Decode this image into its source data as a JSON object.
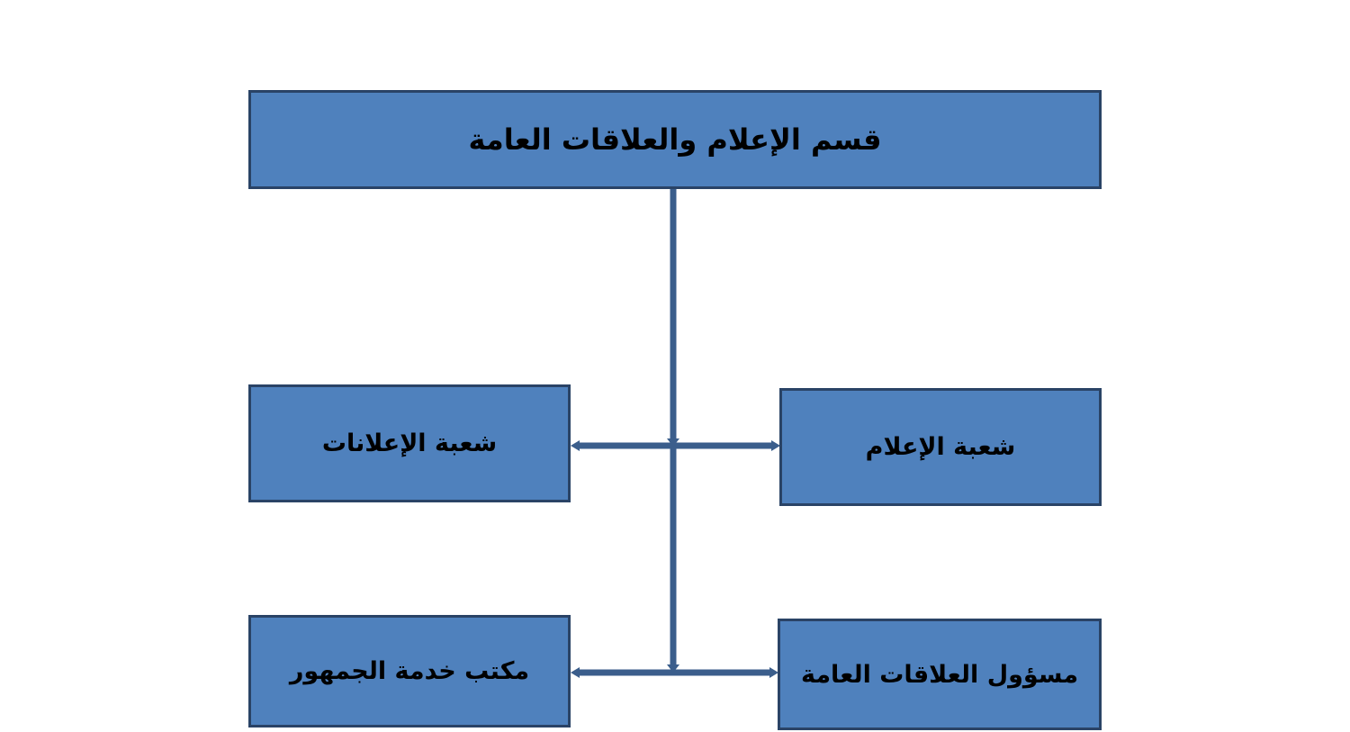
{
  "colors": {
    "box_fill": "#4f81bd",
    "box_border": "#2a4366",
    "connector": "#3b5e8c",
    "text": "#000000"
  },
  "diagram": {
    "root": {
      "label": "قسم الإعلام والعلاقات العامة"
    },
    "children": [
      {
        "id": "ads",
        "label": "شعبة الإعلانات"
      },
      {
        "id": "media",
        "label": "شعبة  الإعلام"
      },
      {
        "id": "public",
        "label": "مكتب خدمة الجمهور"
      },
      {
        "id": "relations",
        "label": "مسؤول العلاقات العامة"
      }
    ],
    "edges": [
      {
        "from": "root",
        "to": "ads"
      },
      {
        "from": "root",
        "to": "media"
      },
      {
        "from": "root",
        "to": "public"
      },
      {
        "from": "root",
        "to": "relations"
      }
    ]
  }
}
